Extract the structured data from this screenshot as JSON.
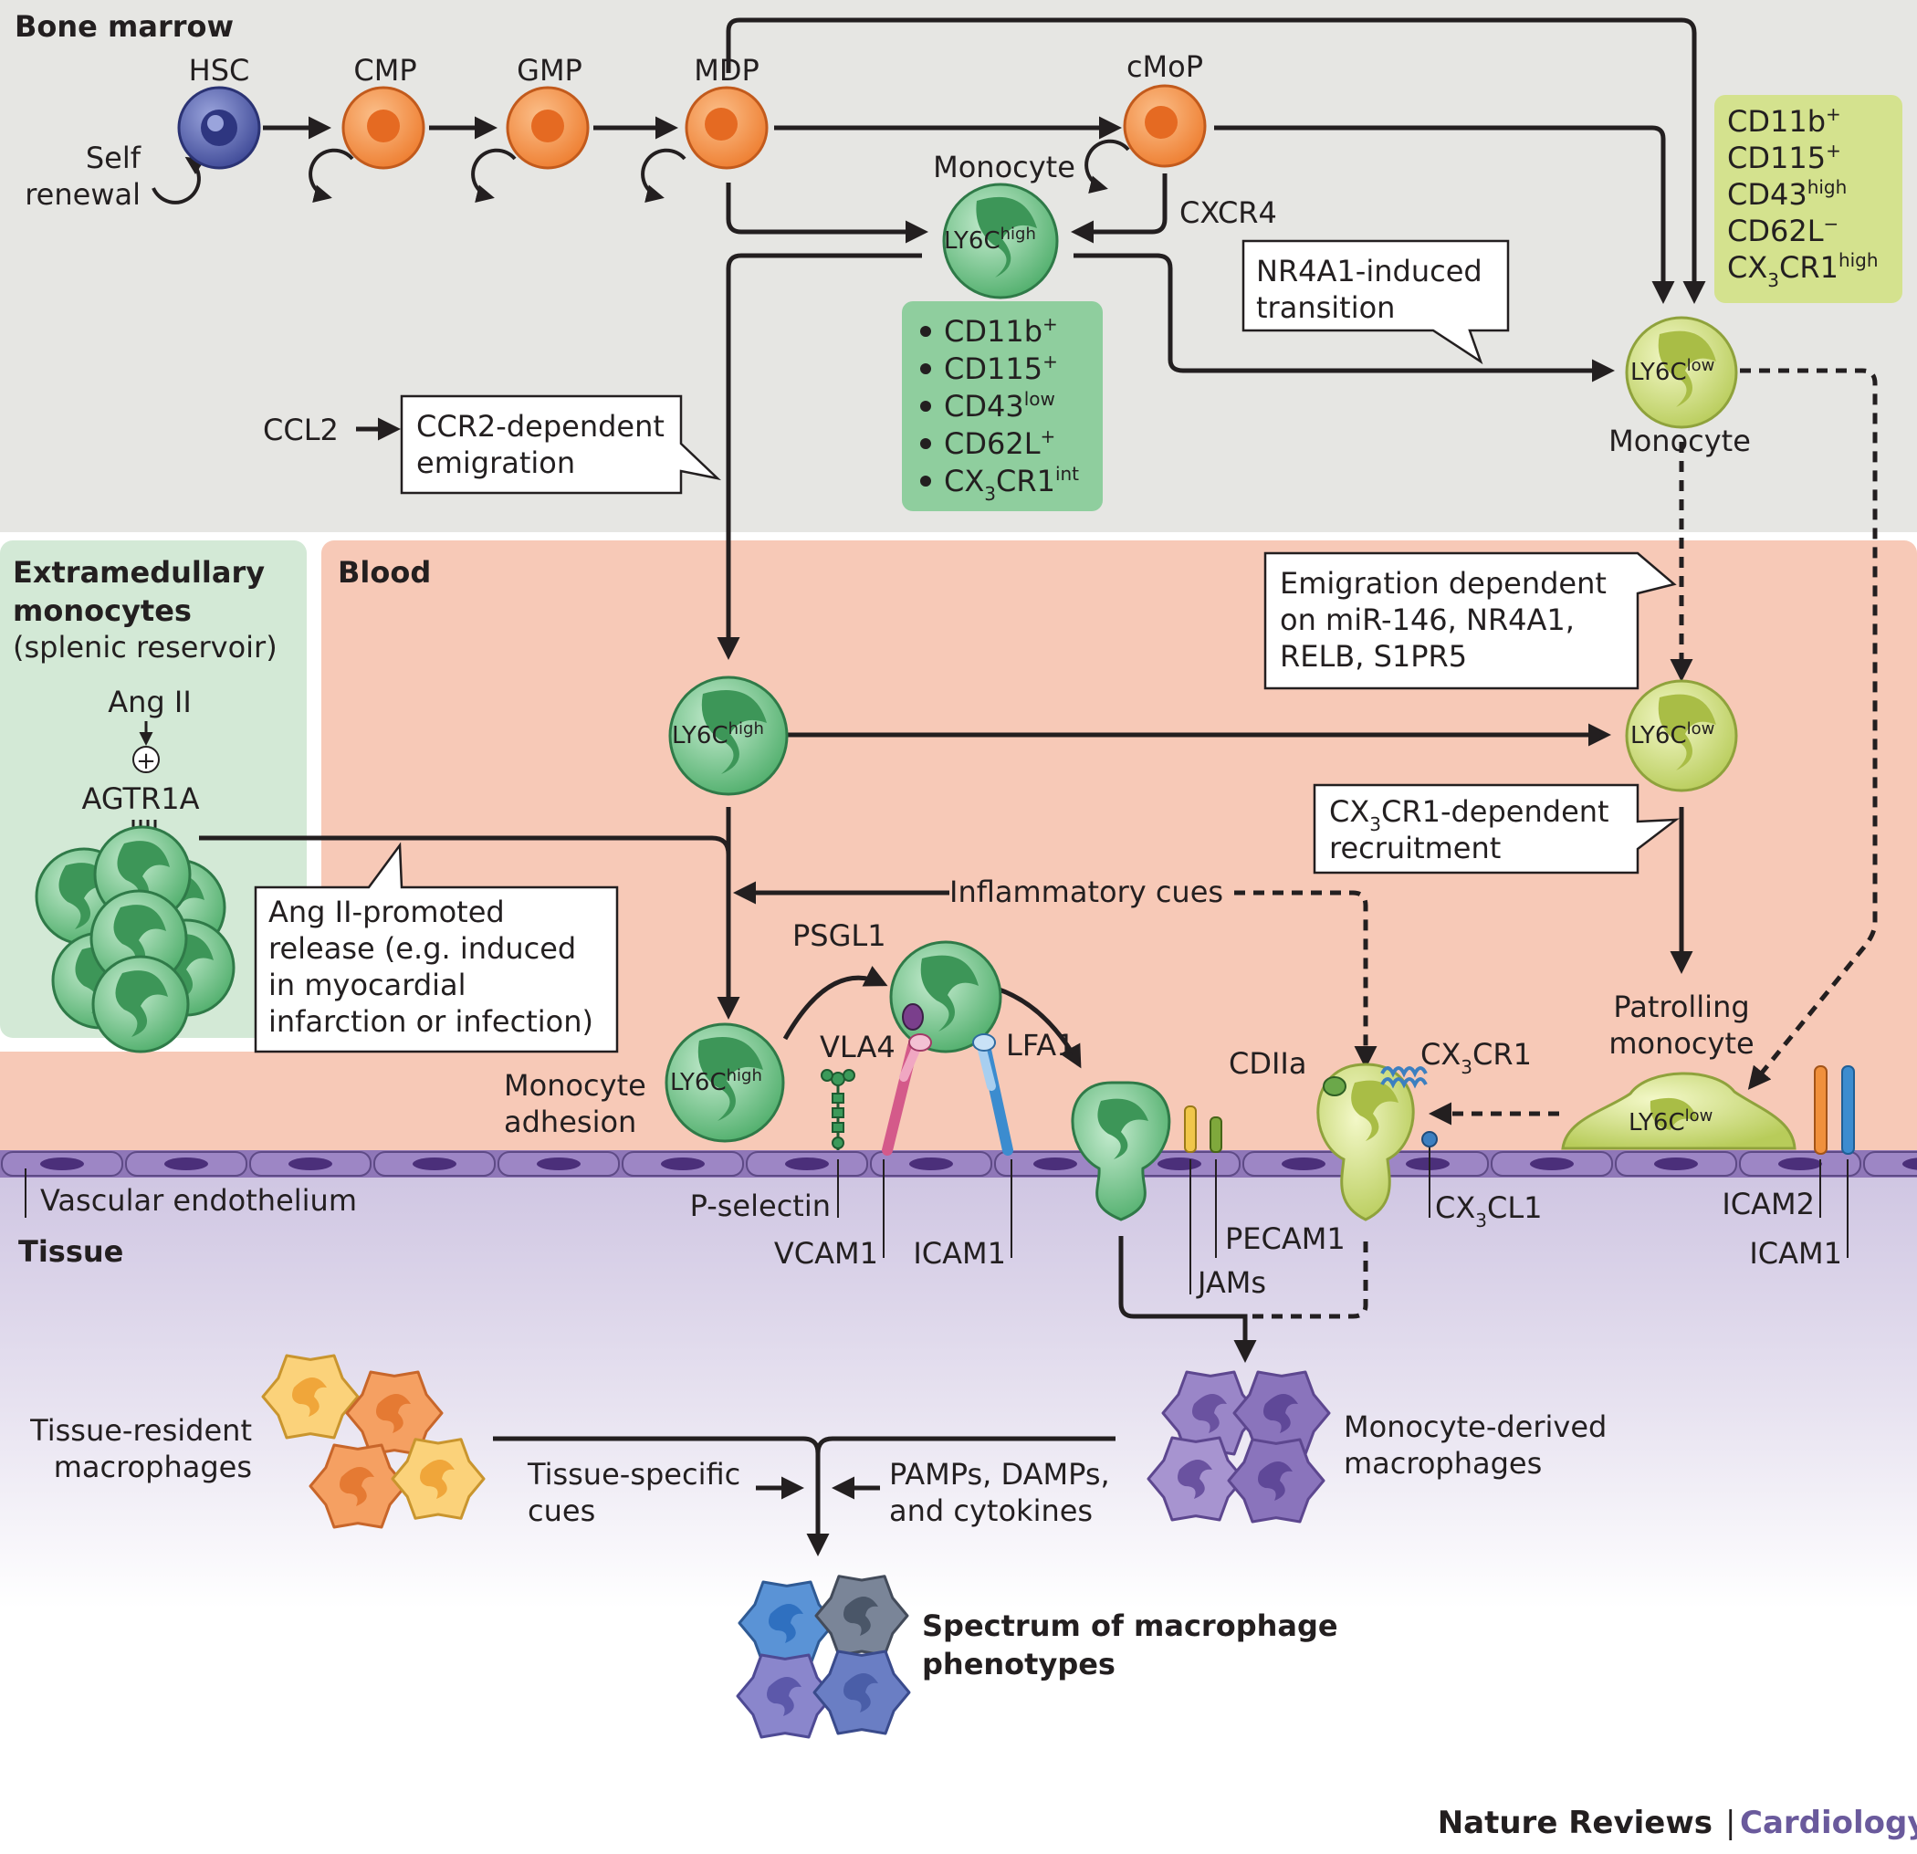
{
  "regions": {
    "bone_marrow": "Bone marrow",
    "extramedullary": {
      "title_line1": "Extramedullary",
      "title_line2": "monocytes",
      "subtitle": "(splenic reservoir)"
    },
    "blood": "Blood",
    "tissue": "Tissue"
  },
  "progenitors": {
    "hsc": "HSC",
    "cmp": "CMP",
    "gmp": "GMP",
    "mdp": "MDP",
    "cmop": "cMoP",
    "self_renewal_line1": "Self",
    "self_renewal_line2": "renewal"
  },
  "marrow": {
    "monocyte_label": "Monocyte",
    "ly6c_high": "LY6C",
    "high_sup": "high",
    "ly6c_low": "LY6C",
    "low_sup": "low",
    "cxcr4": "CXCR4",
    "ccl2": "CCL2",
    "ccr2_line1": "CCR2-dependent",
    "ccr2_line2": "emigration",
    "nr4a1_line1": "NR4A1-induced",
    "nr4a1_line2": "transition",
    "monocyte_low_label": "Monocyte"
  },
  "markers_high": [
    {
      "base": "CD11b",
      "sup": "+"
    },
    {
      "base": "CD115",
      "sup": "+"
    },
    {
      "base": "CD43",
      "sup": "low"
    },
    {
      "base": "CD62L",
      "sup": "+"
    },
    {
      "base": "CX",
      "sub": "3",
      "base2": "CR1",
      "sup": "int"
    }
  ],
  "markers_low": [
    {
      "base": "CD11b",
      "sup": "+"
    },
    {
      "base": "CD115",
      "sup": "+"
    },
    {
      "base": "CD43",
      "sup": "high"
    },
    {
      "base": "CD62L",
      "sup": "−"
    },
    {
      "base": "CX",
      "sub": "3",
      "base2": "CR1",
      "sup": "high"
    }
  ],
  "spleen": {
    "ang2": "Ang II",
    "agtr1a": "AGTR1A",
    "plus": "+"
  },
  "blood": {
    "emig_line1": "Emigration dependent",
    "emig_line2": "on miR-146, NR4A1,",
    "emig_line3": "RELB, S1PR5",
    "cx3cr1_line1_a": "CX",
    "cx3cr1_line1_sub": "3",
    "cx3cr1_line1_b": "CR1-dependent",
    "cx3cr1_line2": "recruitment",
    "ang_line1": "Ang II-promoted",
    "ang_line2": "release (e.g. induced",
    "ang_line3": "in myocardial",
    "ang_line4": "infarction or infection)",
    "inflammatory": "Inflammatory cues",
    "psgl1": "PSGL1",
    "vla4": "VLA4",
    "lfa1": "LFA1",
    "adhesion_line1": "Monocyte",
    "adhesion_line2": "adhesion",
    "cd11a": "CDIIa",
    "cx3cr1_a": "CX",
    "cx3cr1_sub": "3",
    "cx3cr1_b": "CR1",
    "patrolling_line1": "Patrolling",
    "patrolling_line2": "monocyte"
  },
  "endothelium": {
    "label": "Vascular endothelium",
    "p_selectin": "P-selectin",
    "vcam1": "VCAM1",
    "icam1": "ICAM1",
    "pecam1": "PECAM1",
    "jams": "JAMs",
    "cx3cl1_a": "CX",
    "cx3cl1_sub": "3",
    "cx3cl1_b": "CL1",
    "icam2": "ICAM2",
    "icam1_right": "ICAM1"
  },
  "tissue": {
    "resident_line1": "Tissue-resident",
    "resident_line2": "macrophages",
    "derived_line1": "Monocyte-derived",
    "derived_line2": "macrophages",
    "cues_line1": "Tissue-specific",
    "cues_line2": "cues",
    "pamps_line1": "PAMPs, DAMPs,",
    "pamps_line2": "and cytokines",
    "spectrum_line1": "Spectrum of macrophage",
    "spectrum_line2": "phenotypes"
  },
  "brand": {
    "journal": "Nature Reviews",
    "separator": "|",
    "section": "Cardiology"
  },
  "colors": {
    "marrow_bg": "#e6e6e3",
    "blood_bg": "#f7c9b7",
    "spleen_bg": "#d3e9d6",
    "tissue_top": "#cfc6e2",
    "endothelium": "#9a82bf",
    "progenitor_orange": "#f08a3c",
    "hsc_blue": "#4f5aa8",
    "ly6c_high_green": "#5dbb78",
    "ly6c_low_lime": "#cbdc74",
    "marker_high_box": "#8fce9e",
    "marker_low_box": "#d4e28e",
    "brand_accent": "#6a5a9c"
  }
}
